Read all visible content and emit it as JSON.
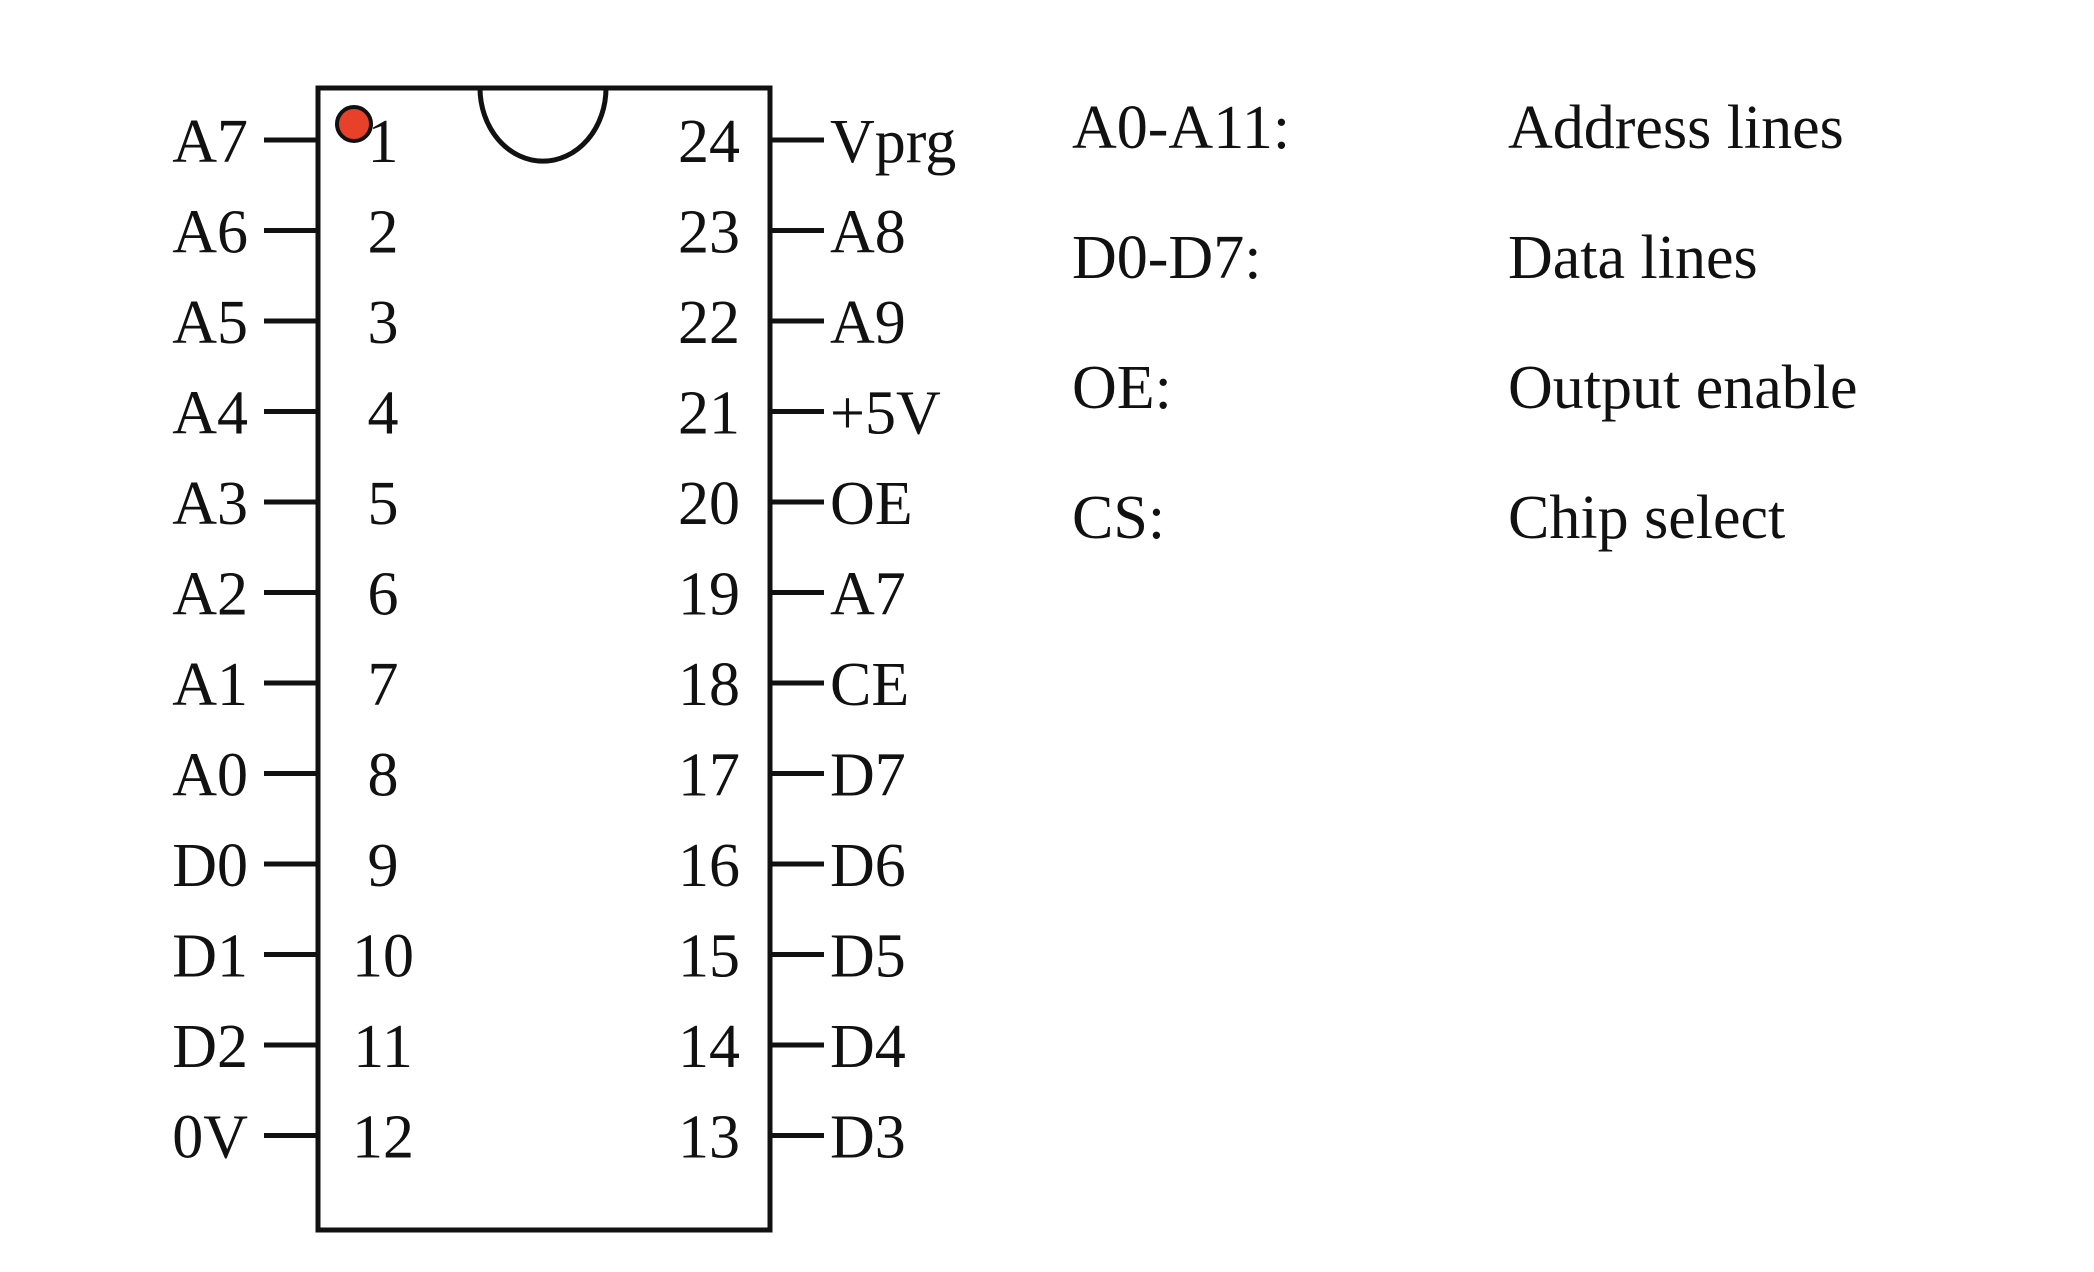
{
  "colors": {
    "line": "#111111",
    "pin1_marker": "#e8412a",
    "background": "#ffffff"
  },
  "left_pins": [
    {
      "number": "1",
      "label": "A7"
    },
    {
      "number": "2",
      "label": "A6"
    },
    {
      "number": "3",
      "label": "A5"
    },
    {
      "number": "4",
      "label": "A4"
    },
    {
      "number": "5",
      "label": "A3"
    },
    {
      "number": "6",
      "label": "A2"
    },
    {
      "number": "7",
      "label": "A1"
    },
    {
      "number": "8",
      "label": "A0"
    },
    {
      "number": "9",
      "label": "D0"
    },
    {
      "number": "10",
      "label": "D1"
    },
    {
      "number": "11",
      "label": "D2"
    },
    {
      "number": "12",
      "label": "0V"
    }
  ],
  "right_pins": [
    {
      "number": "24",
      "label": "Vprg"
    },
    {
      "number": "23",
      "label": "A8"
    },
    {
      "number": "22",
      "label": "A9"
    },
    {
      "number": "21",
      "label": "+5V"
    },
    {
      "number": "20",
      "label": "OE"
    },
    {
      "number": "19",
      "label": "A7"
    },
    {
      "number": "18",
      "label": "CE"
    },
    {
      "number": "17",
      "label": "D7"
    },
    {
      "number": "16",
      "label": "D6"
    },
    {
      "number": "15",
      "label": "D5"
    },
    {
      "number": "14",
      "label": "D4"
    },
    {
      "number": "13",
      "label": "D3"
    }
  ],
  "legend": [
    {
      "term": "A0-A11:",
      "description": "Address lines"
    },
    {
      "term": "D0-D7:",
      "description": "Data lines"
    },
    {
      "term": "OE:",
      "description": "Output enable"
    },
    {
      "term": "CS:",
      "description": "Chip select"
    }
  ]
}
